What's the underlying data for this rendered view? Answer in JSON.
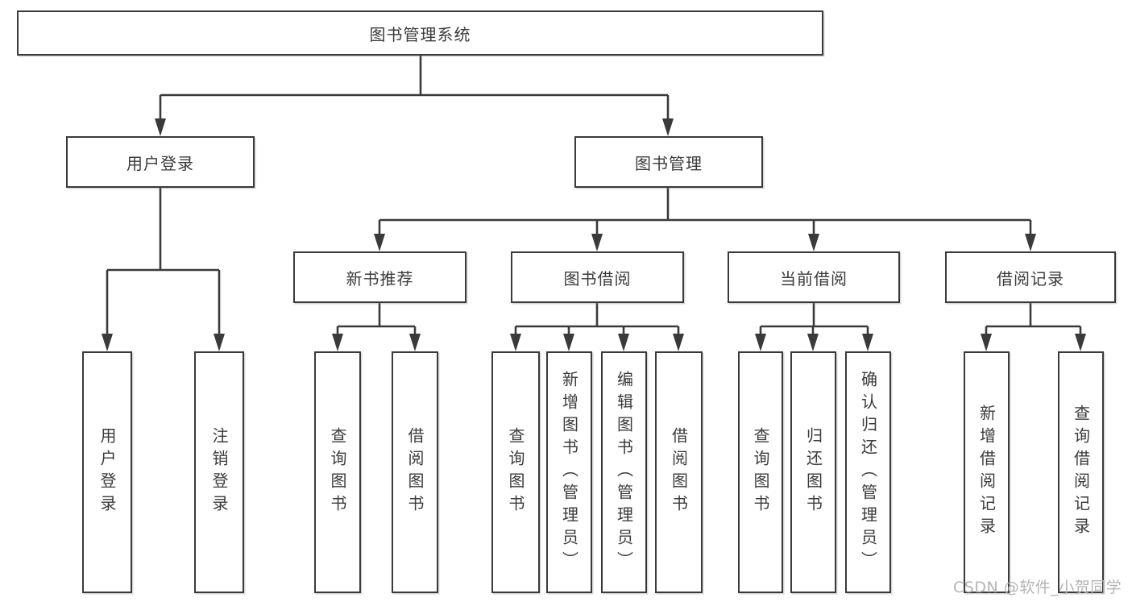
{
  "tree": {
    "root": {
      "label": "图书管理系统",
      "children": [
        {
          "label": "用户登录",
          "children": [
            {
              "label": "用户登录"
            },
            {
              "label": "注销登录"
            }
          ]
        },
        {
          "label": "图书管理",
          "children": [
            {
              "label": "新书推荐",
              "children": [
                {
                  "label": "查询图书"
                },
                {
                  "label": "借阅图书"
                }
              ]
            },
            {
              "label": "图书借阅",
              "children": [
                {
                  "label": "查询图书"
                },
                {
                  "label": "新增图书（管理员）"
                },
                {
                  "label": "编辑图书（管理员）"
                },
                {
                  "label": "借阅图书"
                }
              ]
            },
            {
              "label": "当前借阅",
              "children": [
                {
                  "label": "查询图书"
                },
                {
                  "label": "归还图书"
                },
                {
                  "label": "确认归还（管理员）"
                }
              ]
            },
            {
              "label": "借阅记录",
              "children": [
                {
                  "label": "新增借阅记录"
                },
                {
                  "label": "查询借阅记录"
                }
              ]
            }
          ]
        }
      ]
    }
  },
  "watermark": {
    "text": "CSDN @软件_小贺同学"
  },
  "colors": {
    "line": "#3a3a3a",
    "box_border": "#3a3a3a",
    "text": "#3b3b3b",
    "watermark": "#b5b5b5",
    "background": "#ffffff"
  }
}
